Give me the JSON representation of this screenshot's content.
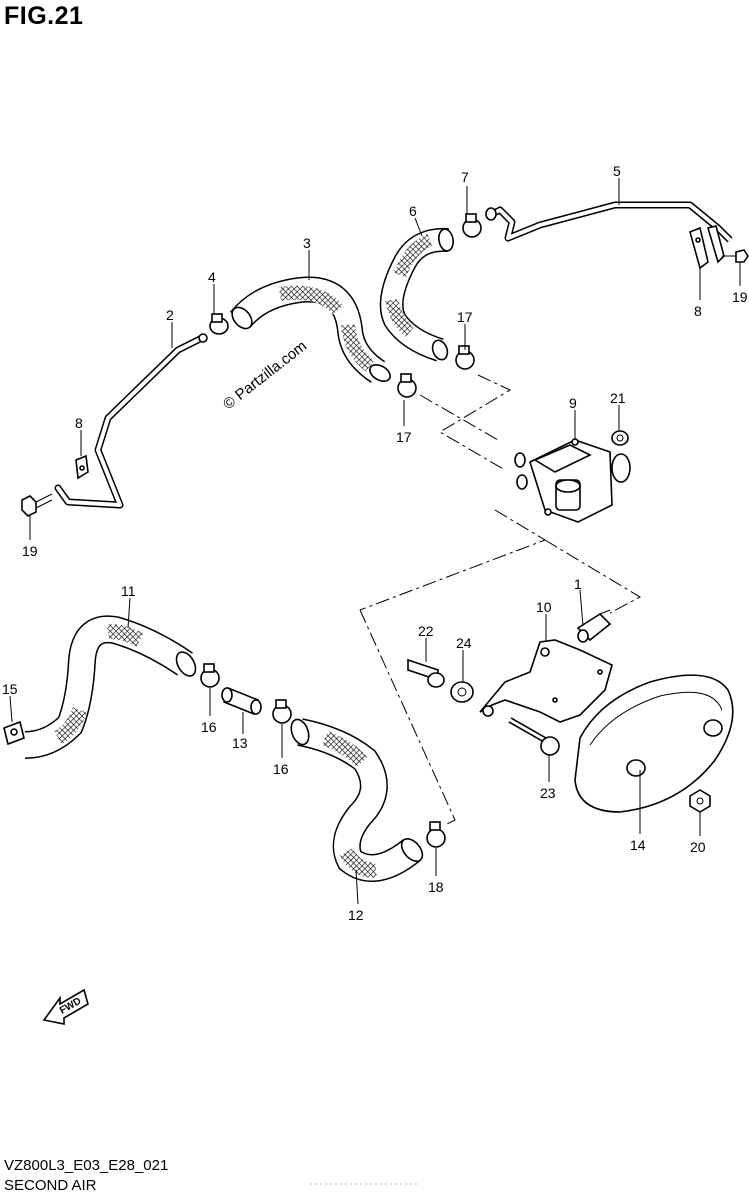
{
  "header": {
    "title": "FIG.21"
  },
  "footer": {
    "code": "VZ800L3_E03_E28_021",
    "name": "SECOND AIR"
  },
  "watermark": {
    "text": "© Partzilla.com"
  },
  "fwd_label": "FWD",
  "labels": {
    "n1": "1",
    "n2": "2",
    "n3": "3",
    "n4": "4",
    "n5": "5",
    "n6": "6",
    "n7": "7",
    "n8a": "8",
    "n8b": "8",
    "n9": "9",
    "n10": "10",
    "n11": "11",
    "n12": "12",
    "n13": "13",
    "n14": "14",
    "n15": "15",
    "n16a": "16",
    "n16b": "16",
    "n17a": "17",
    "n17b": "17",
    "n18": "18",
    "n19a": "19",
    "n19b": "19",
    "n20": "20",
    "n21": "21",
    "n22": "22",
    "n23": "23",
    "n24": "24"
  }
}
